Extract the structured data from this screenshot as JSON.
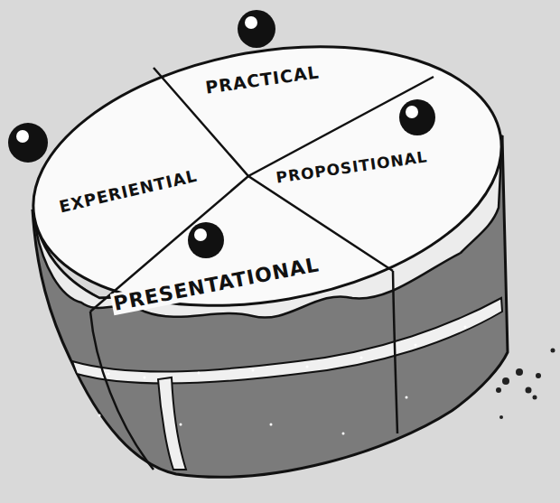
{
  "diagram": {
    "labels": [
      "PRACTICAL",
      "PROPOSITIONAL",
      "PRESENTATIONAL",
      "EXPERIENTIAL"
    ]
  }
}
